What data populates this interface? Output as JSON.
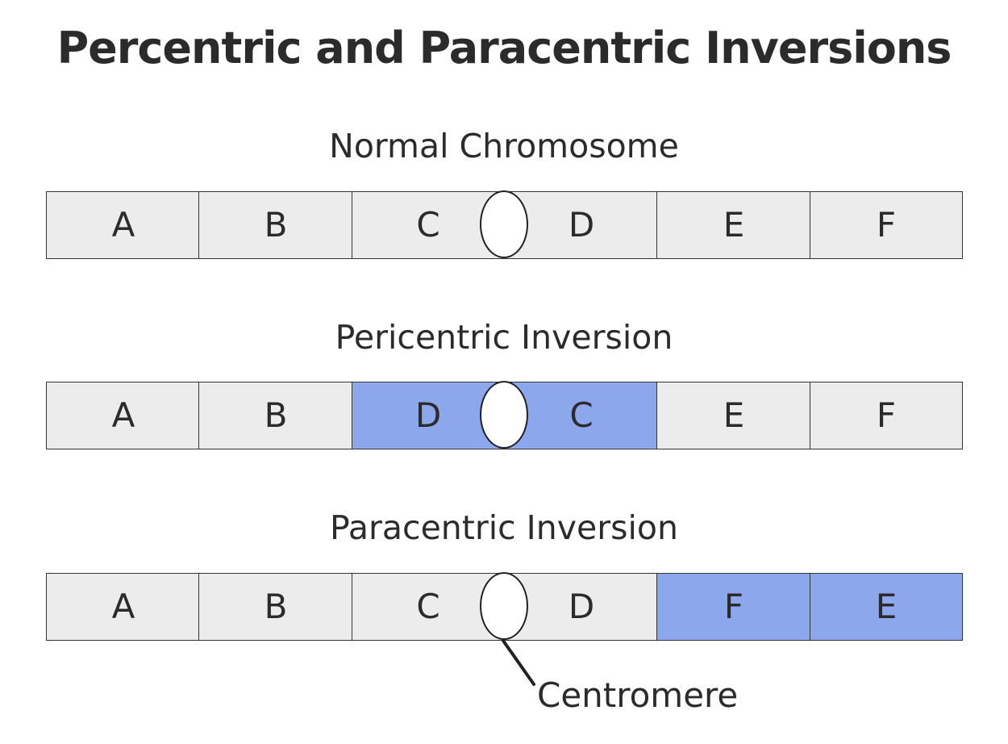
{
  "title": "Percentric and Paracentric Inversions",
  "rows": {
    "normal": {
      "title": "Normal Chromosome",
      "labels": [
        "A",
        "B",
        "C",
        "D",
        "E",
        "F"
      ]
    },
    "pericentric": {
      "title": "Pericentric Inversion",
      "labels": [
        "A",
        "B",
        "D",
        "C",
        "E",
        "F"
      ]
    },
    "paracentric": {
      "title": "Paracentric Inversion",
      "labels": [
        "A",
        "B",
        "C",
        "D",
        "F",
        "E"
      ]
    }
  },
  "centromere_label": "Centromere",
  "colors": {
    "segment_fill": "#ececec",
    "inverted_fill": "#8da7ec",
    "outline": "#333333",
    "text": "#2b2b2b"
  }
}
